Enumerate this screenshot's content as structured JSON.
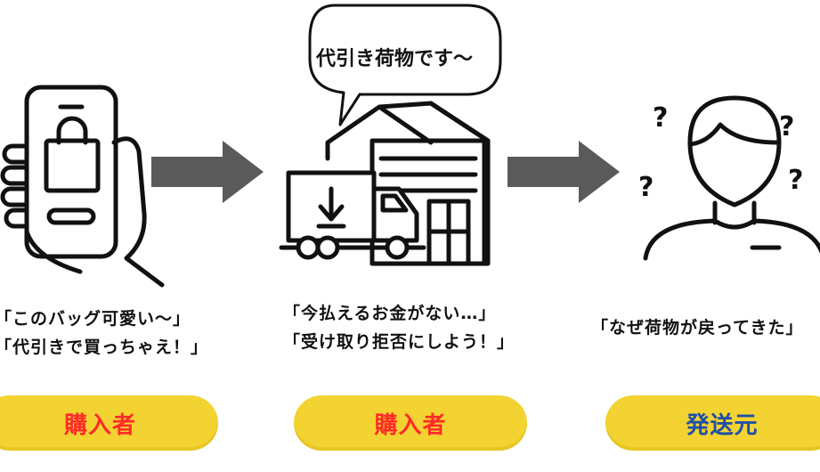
{
  "speech_bubble": {
    "text": "代引き荷物です〜"
  },
  "steps": [
    {
      "caption_line1": "「このバッグ可愛い〜」",
      "caption_line2": "「代引きで買っちゃえ！」",
      "label": "購入者",
      "label_color": "#ff2a2a",
      "icon": "phone-shopping-bag-icon"
    },
    {
      "caption_line1": "「今払えるお金がない…」",
      "caption_line2": "「受け取り拒否にしよう！」",
      "label": "購入者",
      "label_color": "#ff2a2a",
      "icon": "warehouse-truck-icon"
    },
    {
      "caption_line1": "「なぜ荷物が戻ってきた」",
      "label": "発送元",
      "label_color": "#1f4fa8",
      "icon": "confused-person-icon"
    }
  ],
  "colors": {
    "pill_bg": "#f2d331",
    "arrow": "#5a5a5a"
  }
}
